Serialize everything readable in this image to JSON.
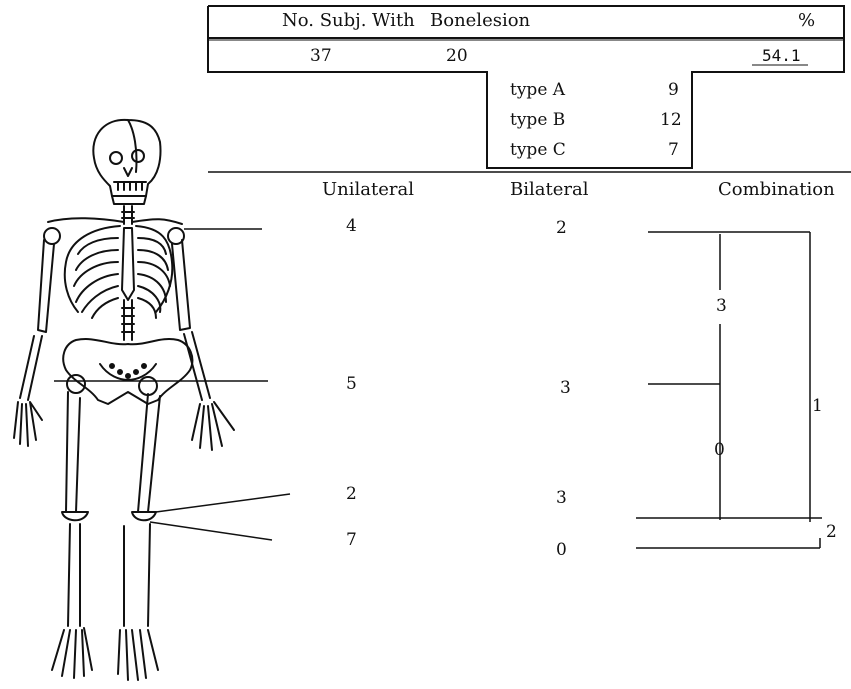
{
  "summary": {
    "col_no_subj": "No. Subj.",
    "col_with": "With",
    "col_bonelesion": "Bonelesion",
    "col_pct": "%",
    "val_no_subj": "37",
    "val_with_bonelesion": "20",
    "val_pct": "54.1"
  },
  "types": [
    {
      "label": "type  A",
      "count": "9"
    },
    {
      "label": "type  B",
      "count": "12"
    },
    {
      "label": "type  C",
      "count": "7"
    }
  ],
  "columns": {
    "unilateral": "Unilateral",
    "bilateral": "Bilateral",
    "combination": "Combination"
  },
  "sites": [
    {
      "site": "shoulder",
      "unilateral": "4",
      "bilateral": "2"
    },
    {
      "site": "hip",
      "unilateral": "5",
      "bilateral": "3"
    },
    {
      "site": "knee-upper",
      "unilateral": "2",
      "bilateral": "3"
    },
    {
      "site": "knee-lower",
      "unilateral": "7",
      "bilateral": "0"
    }
  ],
  "combination": {
    "shoulder_hip": "3",
    "hip_knee": "0",
    "shoulder_knee": "1",
    "knee_pair": "2"
  }
}
